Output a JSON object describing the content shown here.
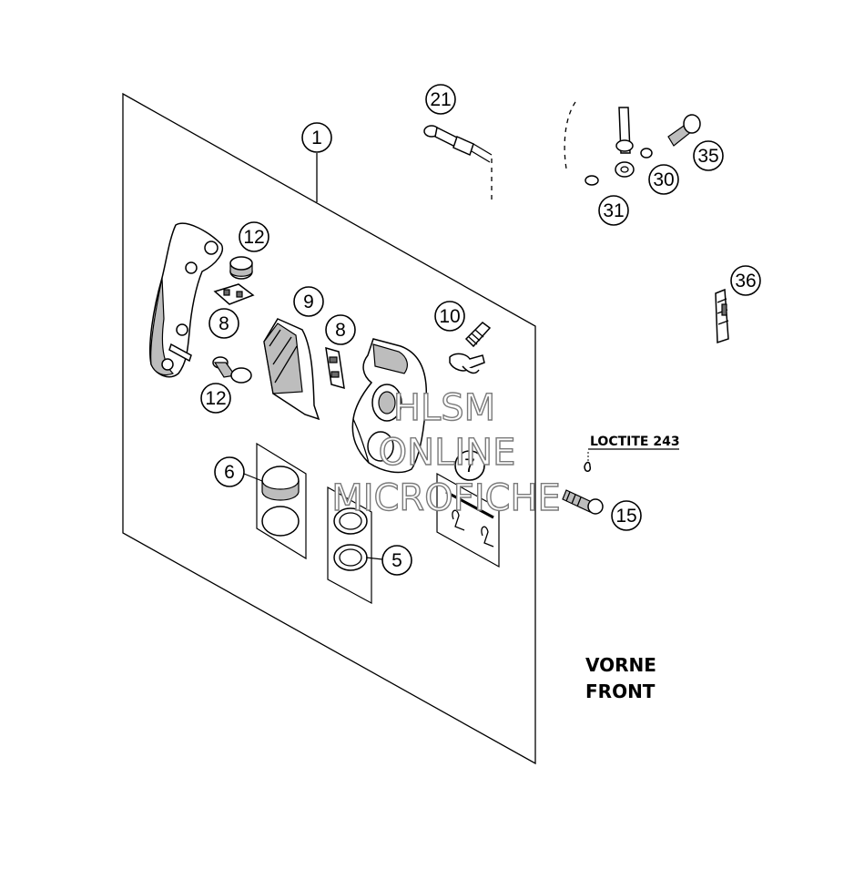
{
  "callouts": {
    "c1": "1",
    "c5": "5",
    "c6": "6",
    "c7": "7",
    "c8a": "8",
    "c8b": "8",
    "c9": "9",
    "c10": "10",
    "c12a": "12",
    "c12b": "12",
    "c15": "15",
    "c21": "21",
    "c30": "30",
    "c31": "31",
    "c35": "35",
    "c36": "36"
  },
  "notes": {
    "loctite": "LOCTITE 243",
    "vorne": "VORNE",
    "front": "FRONT"
  },
  "watermark": {
    "line1": "HLSM",
    "line2": "ONLINE",
    "line3": "MICROFICHE"
  }
}
